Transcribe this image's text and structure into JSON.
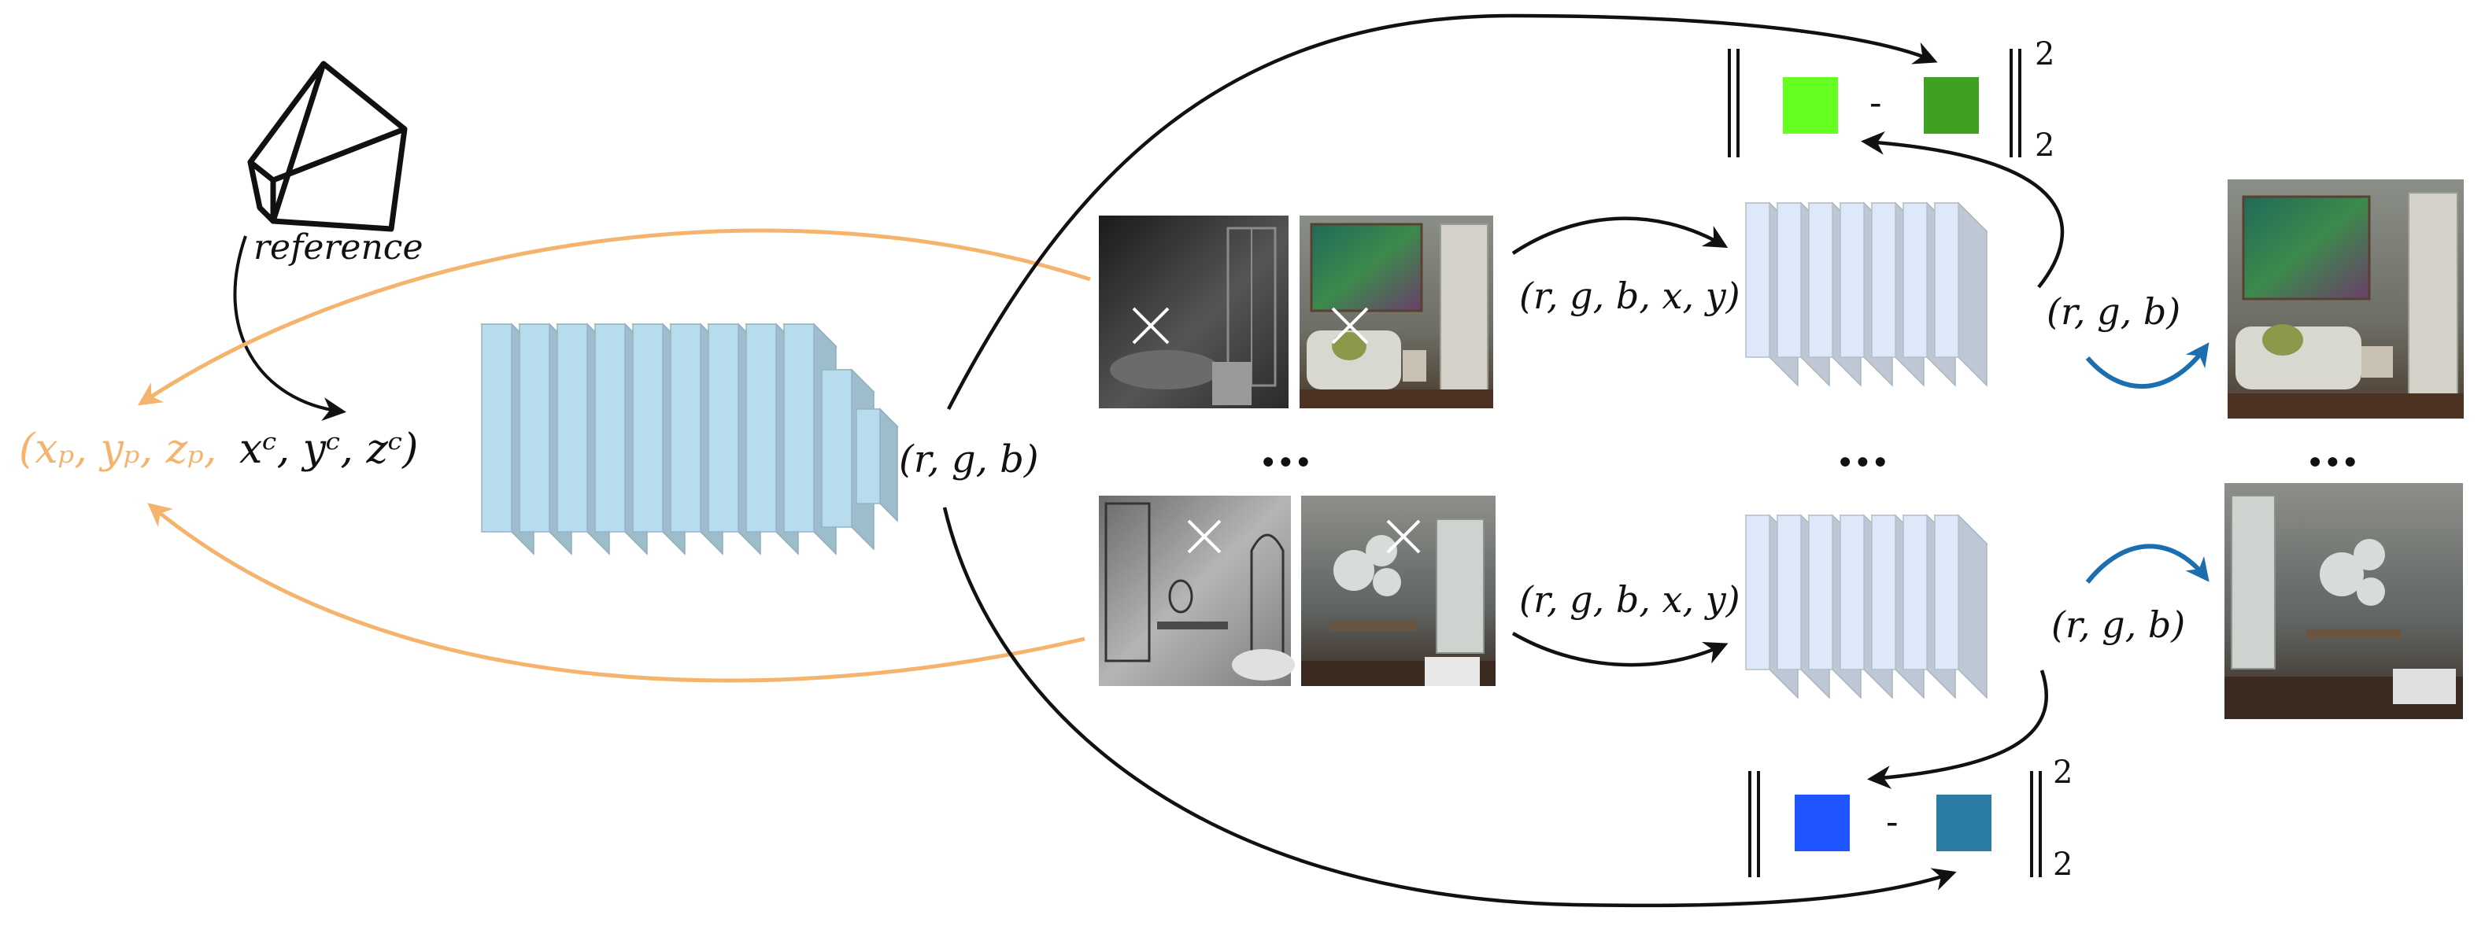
{
  "camera": {
    "label": "reference",
    "icon": "camera-frustum-icon"
  },
  "pose_output": {
    "position_part": "(xₚ, yₚ, zₚ,",
    "orientation_part": "xᶜ, yᶜ, zᶜ)",
    "position_color": "#f5b46e",
    "orientation_color": "#111111"
  },
  "encoder": {
    "color": "#b6dcee",
    "icon": "encoder-network-icon"
  },
  "input_label": "(r, g, b)",
  "ellipsis": "...",
  "views": [
    {
      "depth_icon": "depth-map-image-icon",
      "rgb_icon": "rgb-render-image-icon"
    },
    {
      "depth_icon": "depth-map-image-icon",
      "rgb_icon": "rgb-render-image-icon"
    }
  ],
  "decoder": {
    "input_label": "(r, g, b, x, y)",
    "output_label": "(r, g, b)",
    "color": "#dde8f8"
  },
  "loss": {
    "top": {
      "minus": "-",
      "sup": "2",
      "sub": "2",
      "left_color": "#66ff22",
      "right_color": "#3fa121"
    },
    "bottom": {
      "minus": "-",
      "sup": "2",
      "sub": "2",
      "left_color": "#1f55ff",
      "right_color": "#2b7ca3"
    }
  },
  "colors": {
    "pose_arrow": "#f5b46e",
    "render_arrow": "#1b6fb0",
    "black_arrow": "#111111"
  }
}
